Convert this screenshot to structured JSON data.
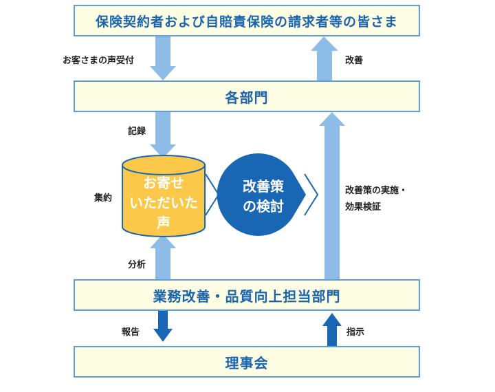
{
  "boxes": {
    "top": "保険契約者および自賠責保険の請求者等の皆さま",
    "dept": "各部門",
    "quality": "業務改善・品質向上担当部門",
    "board": "理事会"
  },
  "labels": {
    "voice_receive": "お客さまの声受付",
    "improve": "改善",
    "record": "記録",
    "aggregate": "集約",
    "implement_line1": "改善策の実施・",
    "implement_line2": "効果検証",
    "analysis": "分析",
    "report": "報告",
    "instruct": "指示"
  },
  "cylinder": {
    "line1": "お寄せ",
    "line2": "いただいた",
    "line3": "声"
  },
  "circle": {
    "line1": "改善策",
    "line2": "の検討"
  },
  "colors": {
    "box_fill": "#fdfde3",
    "box_border": "#5a9fd8",
    "box_text": "#1a64b0",
    "light_arrow": "#8dbde6",
    "dark_arrow": "#1967b4",
    "cylinder_fill": "#fbc84a",
    "cylinder_border": "#1967b4",
    "circle_fill": "#1967b4"
  }
}
